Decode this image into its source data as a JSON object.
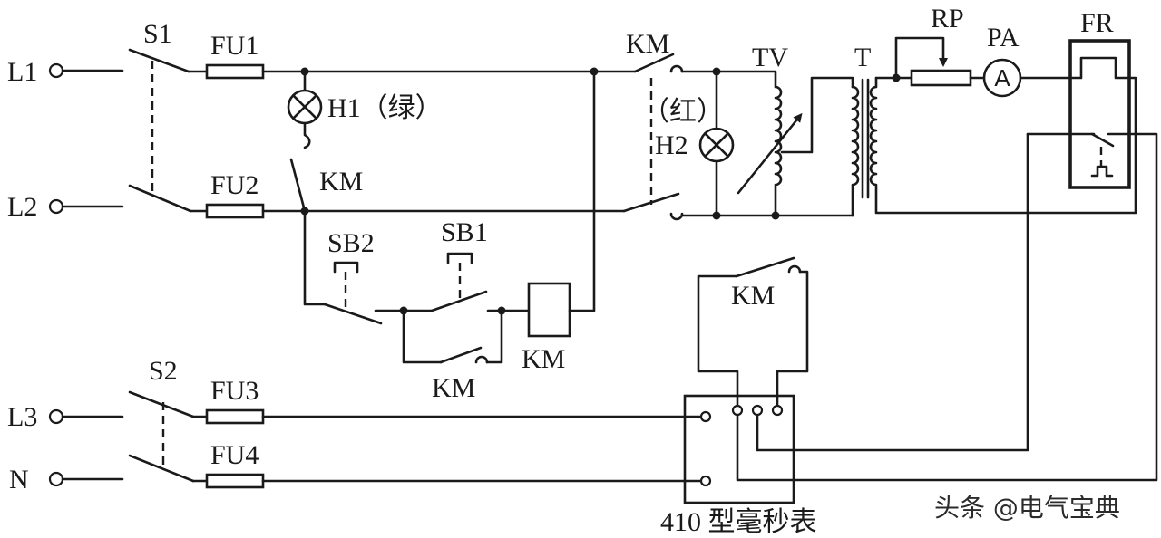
{
  "diagram": {
    "terminals": {
      "l1": "L1",
      "l2": "L2",
      "l3": "L3",
      "n": "N"
    },
    "switches": {
      "s1": "S1",
      "s2": "S2"
    },
    "fuses": {
      "fu1": "FU1",
      "fu2": "FU2",
      "fu3": "FU3",
      "fu4": "FU4"
    },
    "lamp_h1": "H1（绿）",
    "lamp_h2": {
      "color": "（红）",
      "name": "H2"
    },
    "buttons": {
      "sb1": "SB1",
      "sb2": "SB2"
    },
    "km_labels": {
      "main": "KM",
      "lamp": "KM",
      "coil": "KM",
      "hold": "KM",
      "timer": "KM"
    },
    "tv": "TV",
    "t": "T",
    "rp": "RP",
    "ammeter": {
      "name": "PA",
      "symbol": "A"
    },
    "fr": "FR",
    "timer_meter": "410 型毫秒表"
  },
  "watermark": "头条 @电气宝典",
  "colors": {
    "line": "#1a1a1a",
    "background": "#ffffff",
    "watermark": "#2b2b2b"
  }
}
